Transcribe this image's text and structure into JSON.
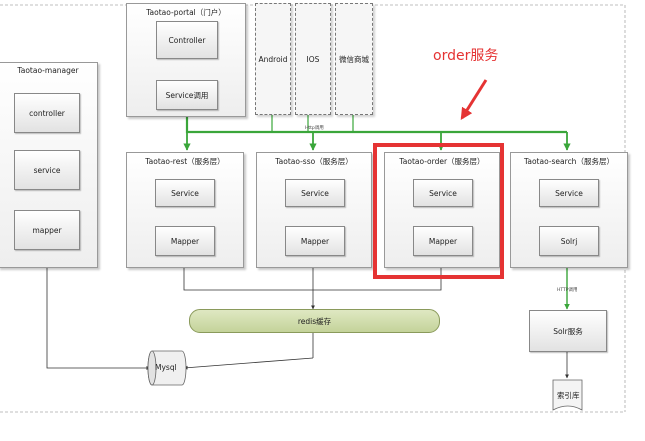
{
  "manager": {
    "title": "Taotao-manager",
    "controller": "controller",
    "service": "service",
    "mapper": "mapper"
  },
  "portal": {
    "title": "Taotao-portal（门户）",
    "controller": "Controller",
    "service": "Service调用"
  },
  "clients": {
    "android": "Android",
    "ios": "IOS",
    "wechat": "微信商城"
  },
  "http_label_top": "Http调用",
  "http_label_bottom": "HTTP调用",
  "rest": {
    "title": "Taotao-rest（服务层）",
    "service": "Service",
    "mapper": "Mapper"
  },
  "sso": {
    "title": "Taotao-sso（服务层）",
    "service": "Service",
    "mapper": "Mapper"
  },
  "order": {
    "title": "Taotao-order（服务层）",
    "service": "Service",
    "mapper": "Mapper"
  },
  "search": {
    "title": "Taotao-search（服务层）",
    "service": "Service",
    "solrj": "Solrj"
  },
  "redis": "redis缓存",
  "mysql": "Mysql",
  "solr_service": "Solr服务",
  "index_lib": "索引库",
  "annotation": "order服务",
  "colors": {
    "green": "#3aa63a",
    "red": "#e53333",
    "redis_fill": "#c4d39a"
  }
}
